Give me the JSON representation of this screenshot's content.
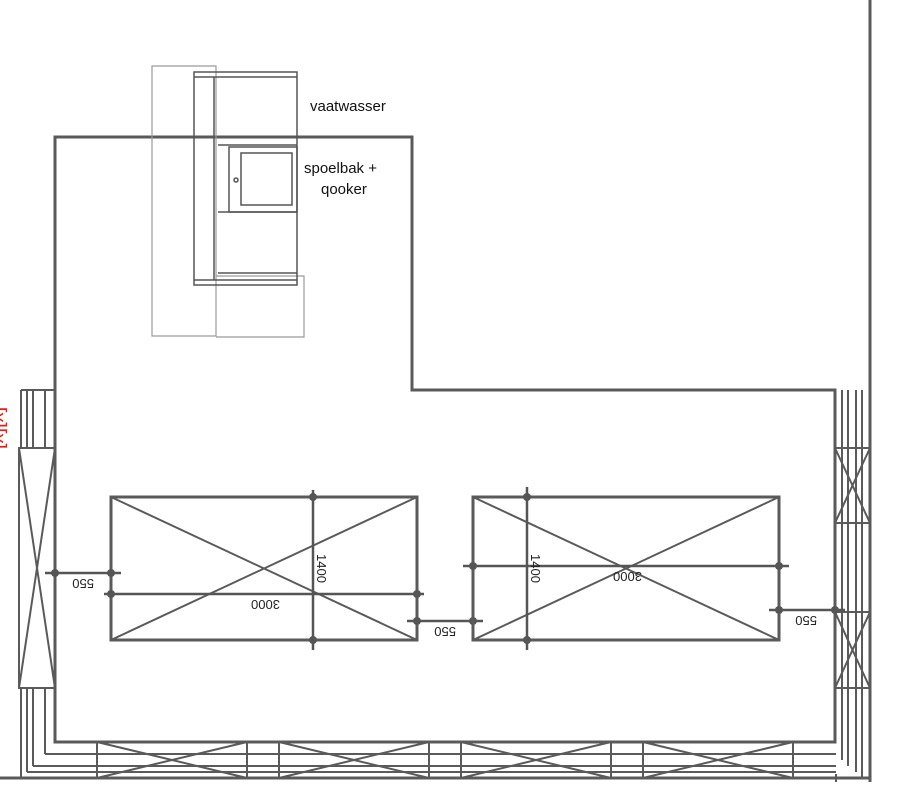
{
  "labels": {
    "dishwasher": "vaatwasser",
    "sink_line1": "spoelbak +",
    "sink_line2": "qooker",
    "marker": "[x][x]"
  },
  "dimensions": {
    "table_length": "3000",
    "table_width": "1400",
    "clearance": "550"
  },
  "colors": {
    "walls": "#5a5a5a",
    "marker": "#e0201b"
  }
}
